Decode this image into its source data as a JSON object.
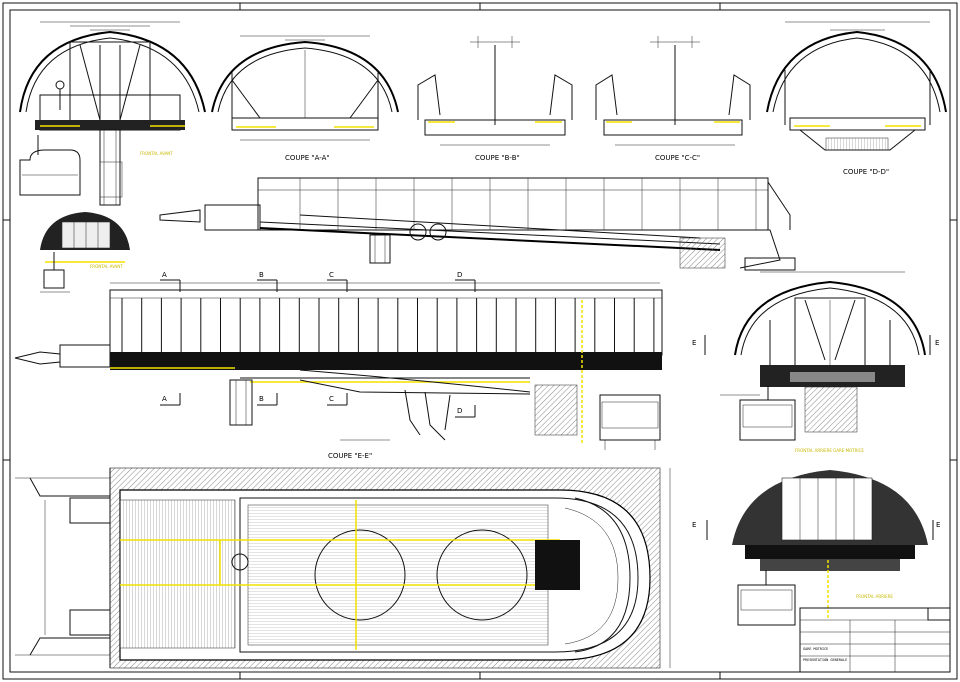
{
  "sections": {
    "aa": "COUPE \"A-A\"",
    "bb": "COUPE \"B-B\"",
    "cc": "COUPE \"C-C\"",
    "dd": "COUPE \"D-D\"",
    "ee": "COUPE \"E-E\""
  },
  "section_marks": [
    "A",
    "B",
    "C",
    "D",
    "E"
  ],
  "notes": {
    "front_left": "FRONTAL AVANT",
    "front_left2": "FRONTAL AVANT",
    "front_right": "FRONTAL ARRIERE GARE MOTRICE",
    "front_right2": "FRONTAL ARRIERE"
  },
  "colors": {
    "line": "#111111",
    "highlight": "#f2e200",
    "fill_dark": "#222222",
    "hatch": "#555555"
  },
  "title_block": {
    "row1": "GARE MOTRICE",
    "row2": "PRESENTATION GENERALE"
  }
}
